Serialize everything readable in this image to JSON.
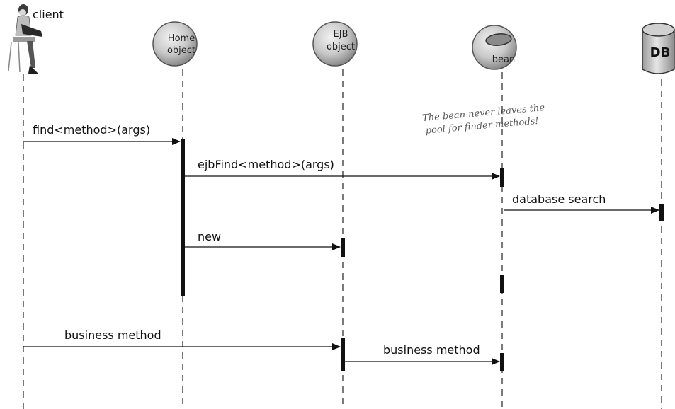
{
  "participants": {
    "client": "client",
    "home": [
      "Home",
      "object"
    ],
    "ejb": [
      "EJB",
      "object"
    ],
    "bean": "bean",
    "db": "DB"
  },
  "messages": {
    "find": "find<method>(args)",
    "ejb_find": "ejbFind<method>(args)",
    "db_search": "database search",
    "new": "new",
    "business_client": "business method",
    "business_bean": "business method"
  },
  "note": [
    "The bean never leaves the",
    "pool for finder methods!"
  ]
}
